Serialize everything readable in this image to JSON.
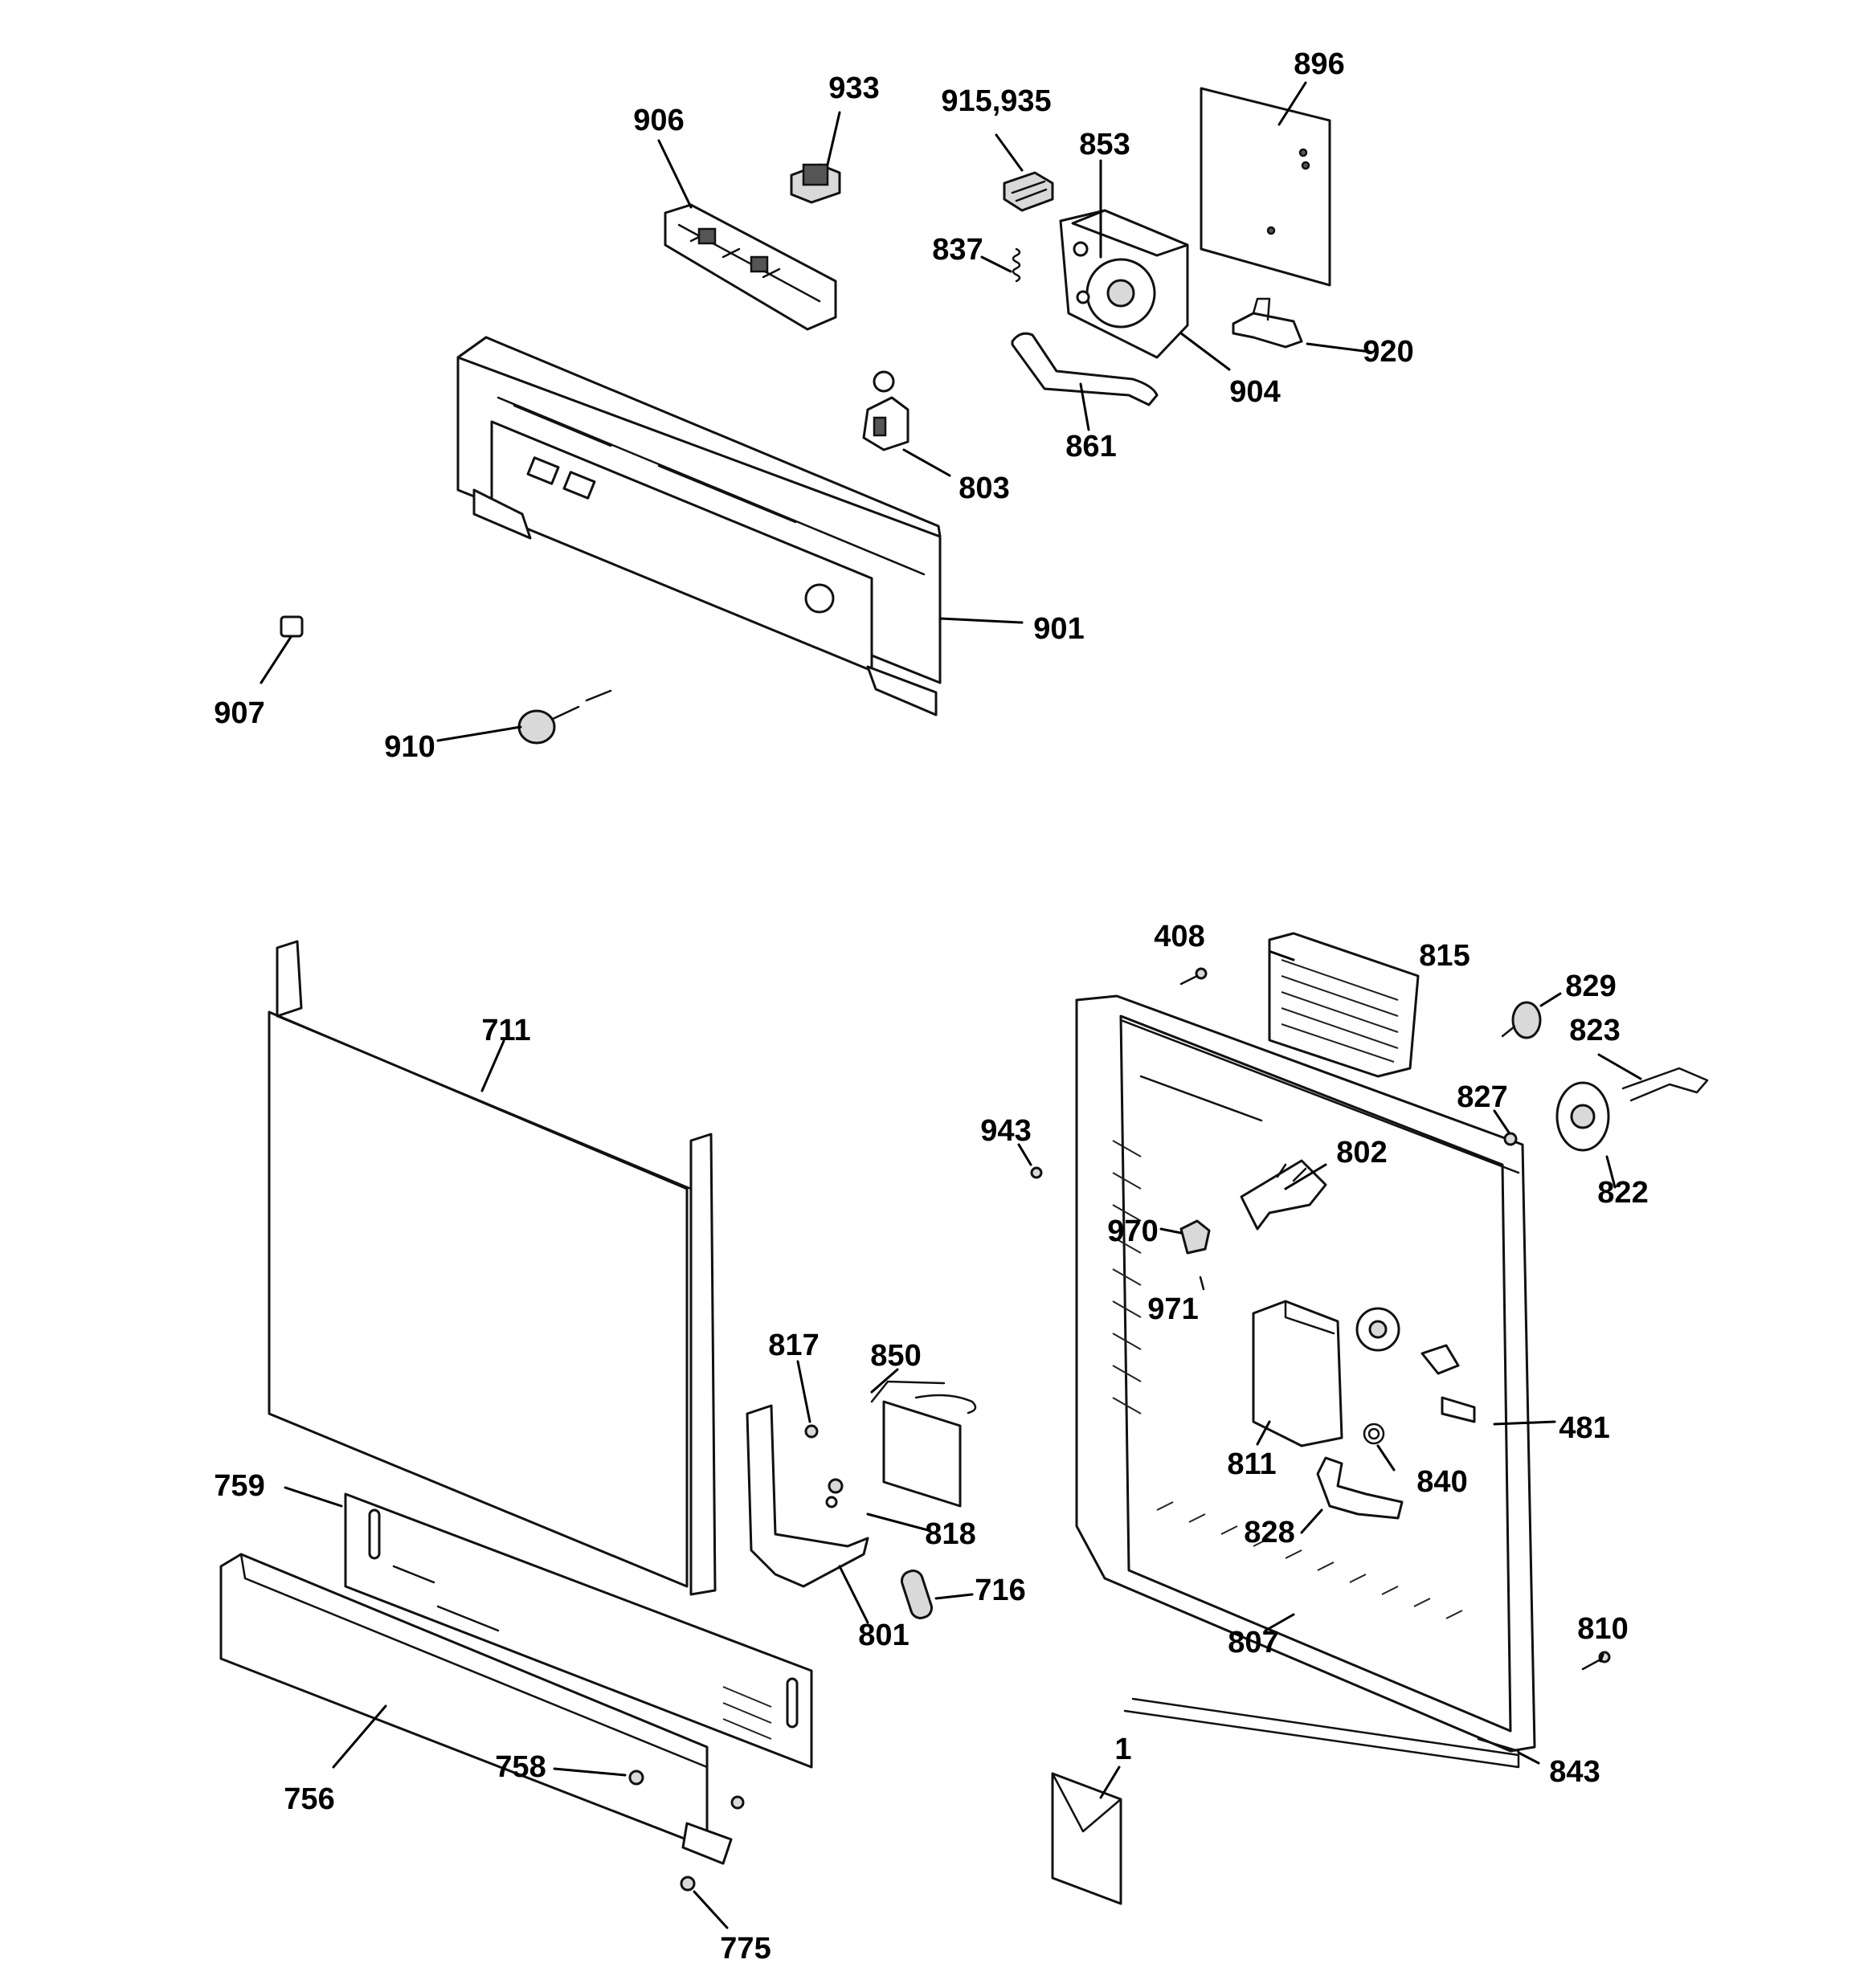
{
  "colors": {
    "ink": "#000000",
    "paper": "#ffffff",
    "shade": "#d9d9d9"
  },
  "callouts": [
    {
      "id": "896",
      "text": "896"
    },
    {
      "id": "933",
      "text": "933"
    },
    {
      "id": "906",
      "text": "906"
    },
    {
      "id": "915-935",
      "text": "915,935"
    },
    {
      "id": "853",
      "text": "853"
    },
    {
      "id": "837",
      "text": "837"
    },
    {
      "id": "920",
      "text": "920"
    },
    {
      "id": "904",
      "text": "904"
    },
    {
      "id": "861",
      "text": "861"
    },
    {
      "id": "803",
      "text": "803"
    },
    {
      "id": "901",
      "text": "901"
    },
    {
      "id": "907",
      "text": "907"
    },
    {
      "id": "910",
      "text": "910"
    },
    {
      "id": "711",
      "text": "711"
    },
    {
      "id": "408",
      "text": "408"
    },
    {
      "id": "815",
      "text": "815"
    },
    {
      "id": "829",
      "text": "829"
    },
    {
      "id": "823",
      "text": "823"
    },
    {
      "id": "827",
      "text": "827"
    },
    {
      "id": "943",
      "text": "943"
    },
    {
      "id": "802",
      "text": "802"
    },
    {
      "id": "822",
      "text": "822"
    },
    {
      "id": "970",
      "text": "970"
    },
    {
      "id": "971",
      "text": "971"
    },
    {
      "id": "817",
      "text": "817"
    },
    {
      "id": "850",
      "text": "850"
    },
    {
      "id": "481",
      "text": "481"
    },
    {
      "id": "811",
      "text": "811"
    },
    {
      "id": "840",
      "text": "840"
    },
    {
      "id": "759",
      "text": "759"
    },
    {
      "id": "818",
      "text": "818"
    },
    {
      "id": "828",
      "text": "828"
    },
    {
      "id": "716",
      "text": "716"
    },
    {
      "id": "801",
      "text": "801"
    },
    {
      "id": "810",
      "text": "810"
    },
    {
      "id": "807",
      "text": "807"
    },
    {
      "id": "1",
      "text": "1"
    },
    {
      "id": "758",
      "text": "758"
    },
    {
      "id": "843",
      "text": "843"
    },
    {
      "id": "756",
      "text": "756"
    },
    {
      "id": "775",
      "text": "775"
    }
  ]
}
